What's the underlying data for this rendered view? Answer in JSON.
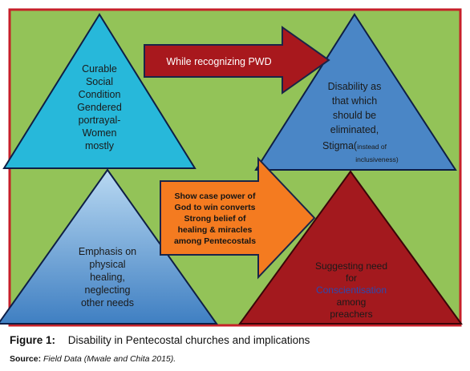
{
  "colors": {
    "background": "#93c358",
    "frame_border": "#c62029",
    "cyan_triangle": "#27b8da",
    "steel_triangle": "#4a86c6",
    "blue_triangle": "#4a86c6",
    "red_triangle": "#a3191e",
    "red_arrow": "#a8181d",
    "orange_arrow": "#f47b20",
    "highlight_word": "#2a49b0"
  },
  "shapes": {
    "top_left": {
      "lines": [
        "Curable",
        "Social",
        "Condition",
        "Gendered",
        "portrayal-",
        "Women",
        "mostly"
      ]
    },
    "top_right": {
      "lines": [
        "Disability as",
        "that which",
        "should be",
        "eliminated,"
      ],
      "last_line_main": "Stigma(",
      "last_line_small": "instead of",
      "extra_line": "inclusiveness)"
    },
    "bottom_left": {
      "lines": [
        "Emphasis on",
        "physical",
        "healing,",
        "neglecting",
        "other needs"
      ]
    },
    "bottom_right": {
      "lines": [
        "Suggesting need",
        "for"
      ],
      "highlight_line": "Conscientisation",
      "lines_after": [
        "among",
        "preachers"
      ]
    }
  },
  "arrows": {
    "top": {
      "label": "While recognizing PWD"
    },
    "middle": {
      "lines": [
        "Show case power of",
        "God to win converts",
        "Strong belief of",
        "healing & miracles",
        "among Pentecostals"
      ]
    }
  },
  "caption": {
    "figure_number": "Figure 1:",
    "text": "Disability in Pentecostal churches and implications"
  },
  "source": {
    "label": "Source:",
    "text": "Field Data (Mwale and Chita 2015)."
  }
}
